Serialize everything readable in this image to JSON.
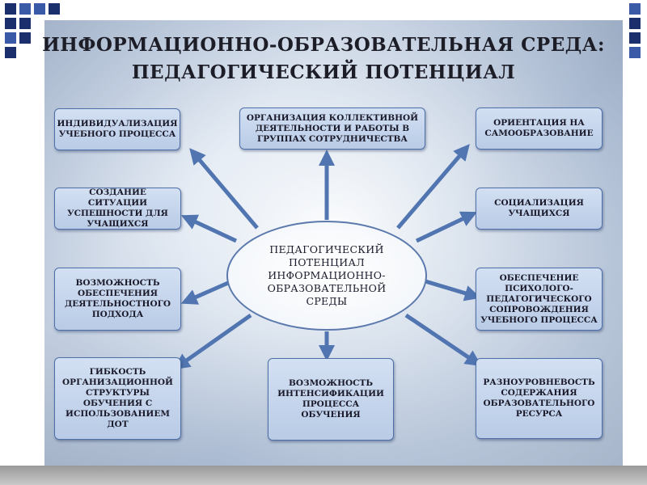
{
  "colors": {
    "accent": "#1a2f6b",
    "box_fill": "#c7d6ee",
    "box_border": "#4f6fa8",
    "arrow": "#5075b0"
  },
  "title": {
    "line1": "ИНФОРМАЦИОННО-ОБРАЗОВАТЕЛЬНАЯ СРЕДА:",
    "line2": "ПЕДАГОГИЧЕСКИЙ ПОТЕНЦИАЛ"
  },
  "center": {
    "text": "ПЕДАГОГИЧЕСКИЙ\nПОТЕНЦИАЛ\nИНФОРМАЦИОННО-\nОБРАЗОВАТЕЛЬНОЙ\nСРЕДЫ"
  },
  "nodes": {
    "individualization": "ИНДИВИДУАЛИЗАЦИЯ\nУЧЕБНОГО ПРОЦЕССА",
    "collective_work": "ОРГАНИЗАЦИЯ КОЛЛЕКТИВНОЙ\nДЕЯТЕЛЬНОСТИ И РАБОТЫ В\nГРУППАХ СОТРУДНИЧЕСТВА",
    "self_education": "ОРИЕНТАЦИЯ НА\nСАМООБРАЗОВАНИЕ",
    "success_situation": "СОЗДАНИЕ СИТУАЦИИ\nУСПЕШНОСТИ ДЛЯ\nУЧАЩИХСЯ",
    "socialization": "СОЦИАЛИЗАЦИЯ\nУЧАЩИХСЯ",
    "activity_approach": "ВОЗМОЖНОСТЬ\nОБЕСПЕЧЕНИЯ\nДЕЯТЕЛЬНОСТНОГО\nПОДХОДА",
    "psych_support": "ОБЕСПЕЧЕНИЕ\nПСИХОЛОГО-\nПЕДАГОГИЧЕСКОГО\nСОПРОВОЖДЕНИЯ\nУЧЕБНОГО ПРОЦЕССА",
    "flexibility": "ГИБКОСТЬ\nОРГАНИЗАЦИОННОЙ\nСТРУКТУРЫ\nОБУЧЕНИЯ С\nИСПОЛЬЗОВАНИЕМ\nДОТ",
    "intensification": "ВОЗМОЖНОСТЬ\nИНТЕНСИФИКАЦИИ\nПРОЦЕССА ОБУЧЕНИЯ",
    "multilevel": "РАЗНОУРОВНЕВОСТЬ\nСОДЕРЖАНИЯ\nОБРАЗОВАТЕЛЬНОГО\nРЕСУРСА"
  }
}
